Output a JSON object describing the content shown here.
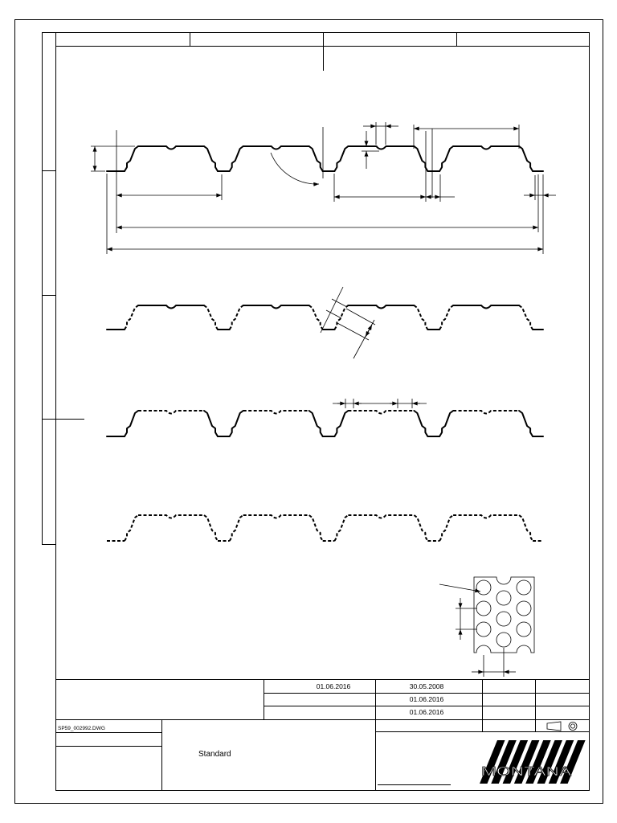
{
  "title_block": {
    "date_upper_left": "01.06.2016",
    "date_column": [
      "30.05.2008",
      "01.06.2016",
      "01.06.2016"
    ],
    "file_name": "SP59_002992.DWG",
    "designation": "Standard"
  },
  "logo": {
    "text": "MONTANA",
    "icon": "montana-logo"
  },
  "icons": {
    "projection": "projection-symbol-icon"
  },
  "colors": {
    "line": "#000000",
    "background": "#ffffff",
    "logo_text_fill": "#ffffff"
  }
}
